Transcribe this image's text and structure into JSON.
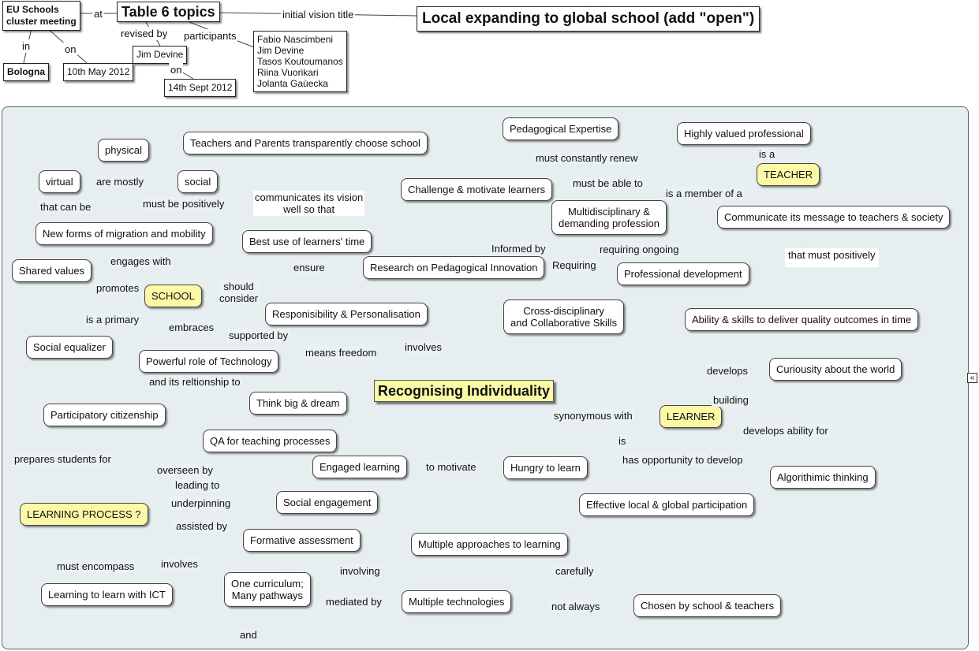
{
  "header": {
    "meeting": "EU Schools\ncluster meeting",
    "topic": "Table 6 topics",
    "vision_title": "Local expanding to global school (add \"open\")",
    "location": "Bologna",
    "date": "10th May 2012",
    "reviser": "Jim Devine",
    "revision_date": "14th Sept 2012",
    "participants": "Fabio Nascimbeni\nJim Devine\nTasos Koutoumanos\nRiina Vuorikari\nJolanta Gaùecka"
  },
  "header_links": {
    "at": "at",
    "in": "in",
    "on1": "on",
    "revised_by": "revised by",
    "participants": "participants",
    "on2": "on",
    "initial_vision_title": "initial vision title"
  },
  "concepts": {
    "recognising": "Recognising Individuality",
    "school": "SCHOOL",
    "teacher": "TEACHER",
    "learner": "LEARNER",
    "learning_process": "LEARNING PROCESS ?",
    "physical": "physical",
    "virtual": "virtual",
    "social": "social",
    "new_forms": "New forms of migration and mobility",
    "shared_values": "Shared values",
    "social_equalizer": "Social equalizer",
    "powerful_tech": "Powerful role of Technology",
    "participatory": "Participatory citizenship",
    "teachers_parents": "Teachers and Parents transparently choose school",
    "best_use": "Best use of learners' time",
    "responsibility": "Responisibility & Personalisation",
    "think_big": "Think big & dream",
    "pedagogical_expertise": "Pedagogical Expertise",
    "highly_valued": "Highly valued professional",
    "challenge": "Challenge & motivate learners",
    "multidisciplinary": "Multidisciplinary &\ndemanding profession",
    "communicate": "Communicate its message to teachers & society",
    "research": "Research on Pedagogical Innovation",
    "professional_dev": "Professional development",
    "cross_disciplinary": "Cross-disciplinary\nand Collaborative Skills",
    "ability_skills": "Ability & skills to deliver quality outcomes in time",
    "curiosity": "Curiousity about the world",
    "algorithmic": "Algorithimic thinking",
    "effective": "Effective local & global participation",
    "hungry": "Hungry to learn",
    "engaged": "Engaged learning",
    "qa": "QA for teaching processes",
    "social_engagement": "Social engagement",
    "formative": "Formative assessment",
    "learning_ict": "Learning to learn with ICT",
    "one_curriculum": "One curriculum;\nMany pathways",
    "multiple_approaches": "Multiple approaches to learning",
    "multiple_tech": "Multiple technologies",
    "chosen_by": "Chosen by school & teachers"
  },
  "links": {
    "are_mostly": "are mostly",
    "that_can_be": "that can be",
    "must_be_positively": "must be positively",
    "engages_with": "engages with",
    "promotes": "promotes",
    "should_consider": "should\nconsider",
    "is_a_primary": "is a primary",
    "embraces": "embraces",
    "supported_by": "supported by",
    "and_relationship": "and its reltionship to",
    "communicates_vision": "communicates its vision\nwell so that",
    "ensure": "ensure",
    "means_freedom": "means freedom",
    "involves_main": "involves",
    "must_constantly_renew": "must constantly renew",
    "is_a": "is a",
    "must_be_able_to": "must be able to",
    "is_member_of": "is a member of a",
    "that_must_positively": "that must positively",
    "informed_by": "Informed by",
    "requiring_ongoing": "requiring ongoing",
    "requiring": "Requiring",
    "develops": "develops",
    "building": "building",
    "synonymous_with": "synonymous with",
    "is": "is",
    "develops_ability_for": "develops ability for",
    "has_opportunity": "has opportunity to develop",
    "to_motivate": "to motivate",
    "prepares_students": "prepares students for",
    "overseen_by": "overseen by",
    "leading_to": "leading to",
    "underpinning": "underpinning",
    "assisted_by": "assisted by",
    "must_encompass": "must encompass",
    "involves_lp": "involves",
    "involving": "involving",
    "mediated_by": "mediated by",
    "carefully": "carefully",
    "not_always": "not always",
    "and": "and"
  },
  "ui": {
    "collapse_glyph": "«"
  }
}
